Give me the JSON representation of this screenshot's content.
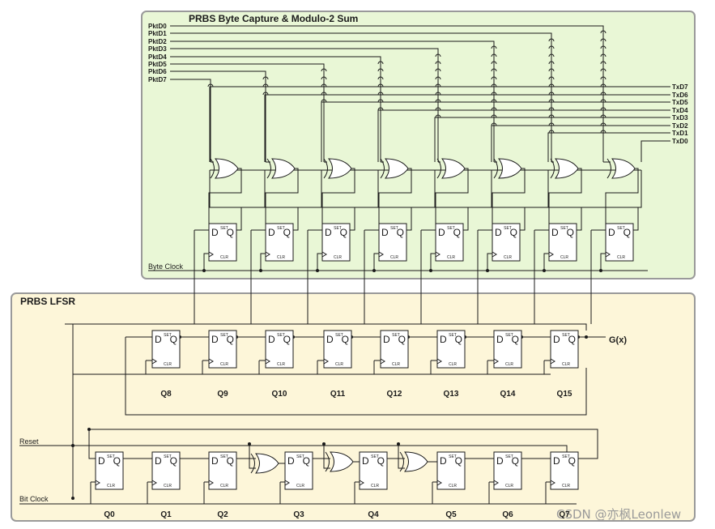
{
  "top_panel": {
    "title": "PRBS Byte Capture & Modulo-2 Sum",
    "fill": "#e9f7d6",
    "border": "#9a9a9a"
  },
  "bottom_panel": {
    "title": "PRBS LFSR",
    "fill": "#fdf6d9",
    "border": "#9a9a9a"
  },
  "pkt_inputs": [
    "PktD0",
    "PktD1",
    "PktD2",
    "PktD3",
    "PktD4",
    "PktD5",
    "PktD6",
    "PktD7"
  ],
  "tx_outputs": [
    "TxD7",
    "TxD6",
    "TxD5",
    "TxD4",
    "TxD3",
    "TxD2",
    "TxD1",
    "TxD0"
  ],
  "byte_clock_label": "Byte Clock",
  "reset_label": "Reset",
  "bit_clock_label": "Bit Clock",
  "gx_label": "G(x)",
  "upper_lfsr_labels": [
    "Q8",
    "Q9",
    "Q10",
    "Q11",
    "Q12",
    "Q13",
    "Q14",
    "Q15"
  ],
  "lower_lfsr_labels": [
    "Q0",
    "Q1",
    "Q2",
    "Q3",
    "Q4",
    "Q5",
    "Q6",
    "Q7"
  ],
  "flipflop_text": {
    "d": "D",
    "q": "Q",
    "set": "SET",
    "clr": "CLR"
  },
  "watermark": "CSDN @亦枫Leonlew"
}
